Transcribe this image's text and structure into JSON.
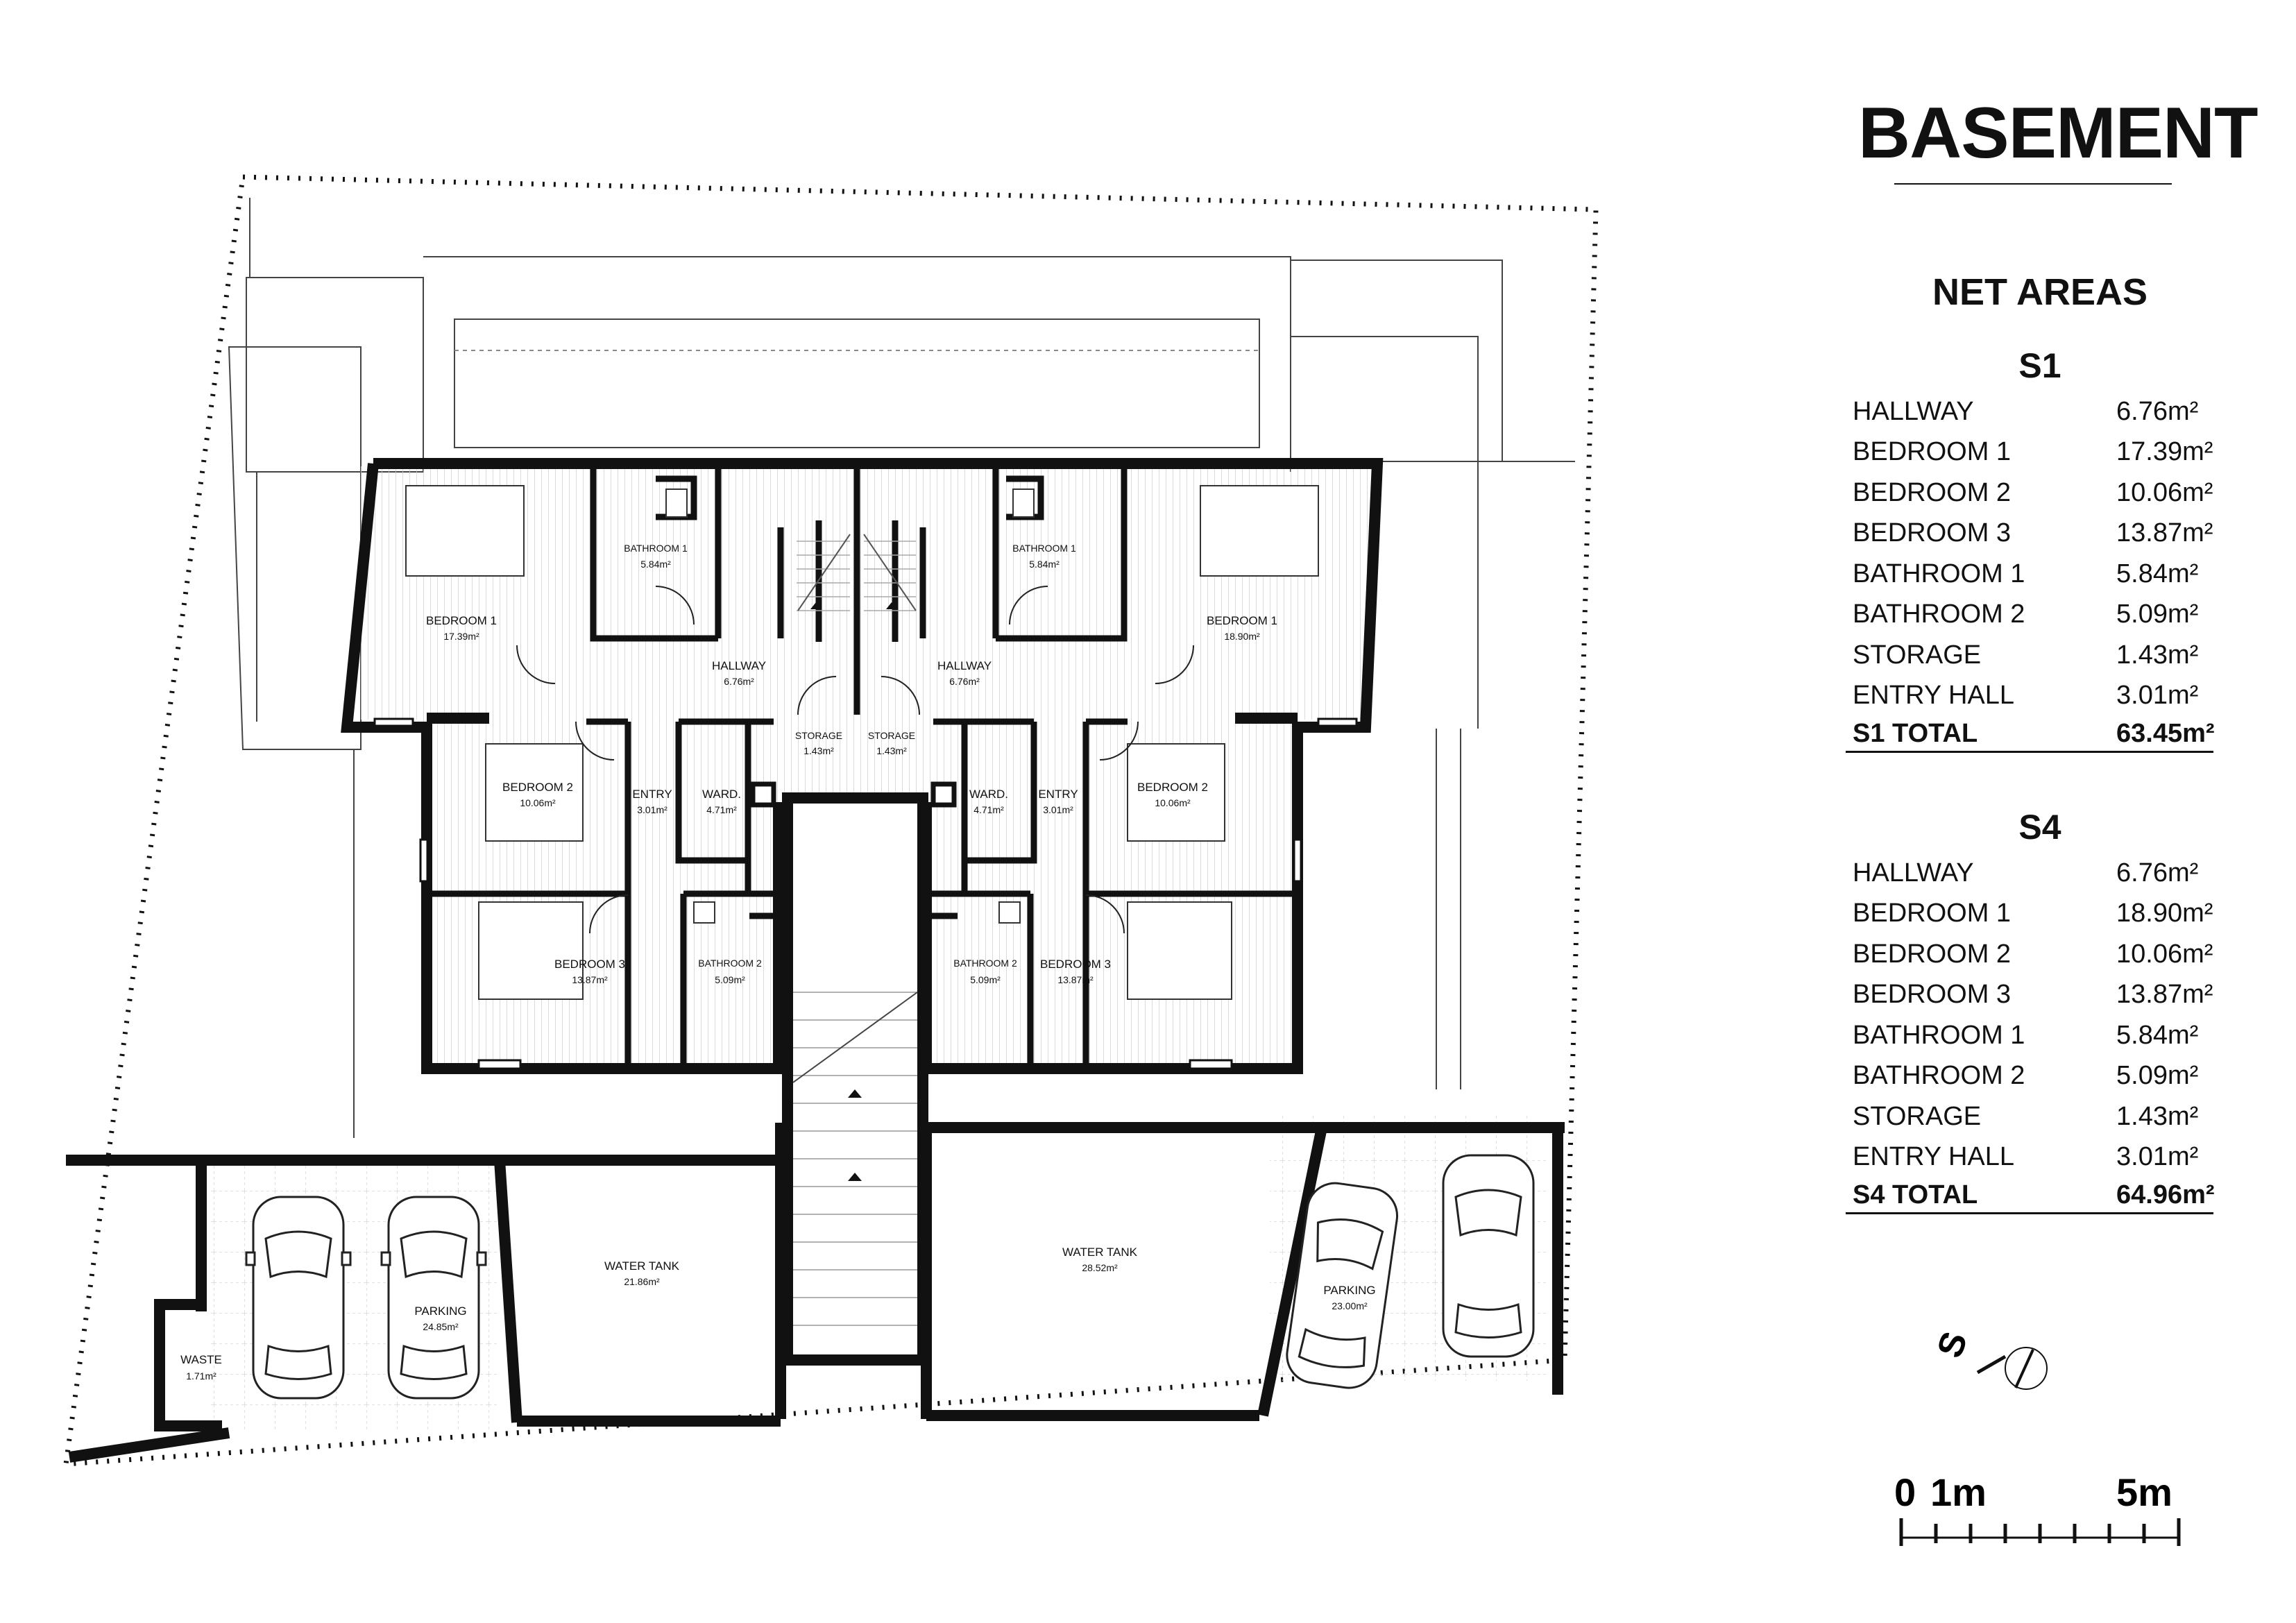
{
  "title": "BASEMENT",
  "net_areas_label": "NET AREAS",
  "sections": [
    {
      "name": "S1",
      "rows": [
        {
          "room": "HALLWAY",
          "area": "6.76m²"
        },
        {
          "room": "BEDROOM 1",
          "area": "17.39m²"
        },
        {
          "room": "BEDROOM 2",
          "area": "10.06m²"
        },
        {
          "room": "BEDROOM 3",
          "area": "13.87m²"
        },
        {
          "room": "BATHROOM 1",
          "area": "5.84m²"
        },
        {
          "room": "BATHROOM 2",
          "area": "5.09m²"
        },
        {
          "room": "STORAGE",
          "area": "1.43m²"
        },
        {
          "room": "ENTRY HALL",
          "area": "3.01m²"
        }
      ],
      "total": {
        "room": "S1 TOTAL",
        "area": "63.45m²"
      }
    },
    {
      "name": "S4",
      "rows": [
        {
          "room": "HALLWAY",
          "area": "6.76m²"
        },
        {
          "room": "BEDROOM 1",
          "area": "18.90m²"
        },
        {
          "room": "BEDROOM 2",
          "area": "10.06m²"
        },
        {
          "room": "BEDROOM 3",
          "area": "13.87m²"
        },
        {
          "room": "BATHROOM 1",
          "area": "5.84m²"
        },
        {
          "room": "BATHROOM 2",
          "area": "5.09m²"
        },
        {
          "room": "STORAGE",
          "area": "1.43m²"
        },
        {
          "room": "ENTRY HALL",
          "area": "3.01m²"
        }
      ],
      "total": {
        "room": "S4 TOTAL",
        "area": "64.96m²"
      }
    }
  ],
  "north_label": "S",
  "scale": {
    "zero": "0",
    "one": "1m",
    "five": "5m"
  },
  "plan_labels": {
    "l_bed1": "BEDROOM 1",
    "l_bed1_a": "17.39m²",
    "l_bath1": "BATHROOM 1",
    "l_bath1_a": "5.84m²",
    "l_hall": "HALLWAY",
    "l_hall_a": "6.76m²",
    "l_stor": "STORAGE",
    "l_stor_a": "1.43m²",
    "l_bed2": "BEDROOM 2",
    "l_bed2_a": "10.06m²",
    "l_entry": "ENTRY",
    "l_entry_a": "3.01m²",
    "l_ward": "WARD.",
    "l_ward_a": "4.71m²",
    "l_bed3": "BEDROOM 3",
    "l_bed3_a": "13.87m²",
    "l_bath2": "BATHROOM 2",
    "l_bath2_a": "5.09m²",
    "r_bed1": "BEDROOM 1",
    "r_bed1_a": "18.90m²",
    "r_bath1": "BATHROOM 1",
    "r_bath1_a": "5.84m²",
    "r_hall": "HALLWAY",
    "r_hall_a": "6.76m²",
    "r_stor": "STORAGE",
    "r_stor_a": "1.43m²",
    "r_bed2": "BEDROOM 2",
    "r_bed2_a": "10.06m²",
    "r_entry": "ENTRY",
    "r_entry_a": "3.01m²",
    "r_ward": "WARD.",
    "r_ward_a": "4.71m²",
    "r_bed3": "BEDROOM 3",
    "r_bed3_a": "13.87m²",
    "r_bath2": "BATHROOM 2",
    "r_bath2_a": "5.09m²",
    "waste": "WASTE",
    "waste_a": "1.71m²",
    "park_l": "PARKING",
    "park_l_a": "24.85m²",
    "tank_l": "WATER TANK",
    "tank_l_a": "21.86m²",
    "tank_r": "WATER TANK",
    "tank_r_a": "28.52m²",
    "park_r": "PARKING",
    "park_r_a": "23.00m²"
  }
}
